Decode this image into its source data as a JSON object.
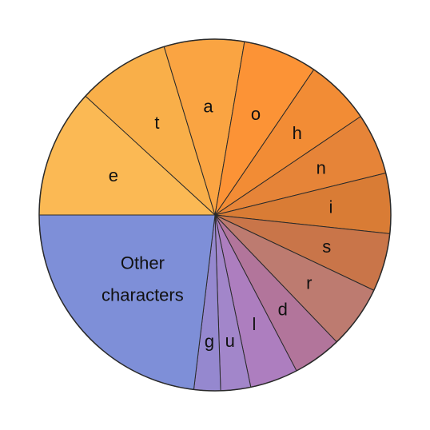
{
  "chart_data": {
    "type": "pie",
    "title": "",
    "slices": [
      {
        "label": "e",
        "value": 11.82,
        "color": "#fbb954"
      },
      {
        "label": "t",
        "value": 8.5,
        "color": "#f9af49"
      },
      {
        "label": "a",
        "value": 7.36,
        "color": "#faa442"
      },
      {
        "label": "o",
        "value": 6.82,
        "color": "#fc9336"
      },
      {
        "label": "h",
        "value": 6.03,
        "color": "#f28c35"
      },
      {
        "label": "n",
        "value": 5.63,
        "color": "#e68438"
      },
      {
        "label": "i",
        "value": 5.53,
        "color": "#d97c35"
      },
      {
        "label": "s",
        "value": 5.35,
        "color": "#c97549"
      },
      {
        "label": "r",
        "value": 5.79,
        "color": "#bd7b70"
      },
      {
        "label": "d",
        "value": 4.49,
        "color": "#b2759b"
      },
      {
        "label": "l",
        "value": 4.41,
        "color": "#ad7ebf"
      },
      {
        "label": "u",
        "value": 2.75,
        "color": "#a286ca"
      },
      {
        "label": "g",
        "value": 2.44,
        "color": "#9588cf"
      },
      {
        "label": "Other characters",
        "lines": [
          "Other",
          "characters"
        ],
        "value": 23.07,
        "color": "#7e8fd8"
      }
    ]
  }
}
